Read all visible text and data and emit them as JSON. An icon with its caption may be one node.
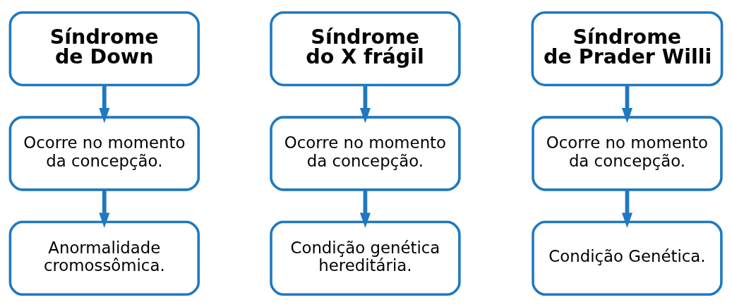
{
  "diagram": {
    "nodes": [
      {
        "text": [
          "Síndrome de Down"
        ]
      },
      {
        "text": [
          "Ocorre no momento da concepção."
        ]
      },
      {
        "text": [
          "Anormalidade cromossômica."
        ]
      },
      {
        "text": [
          "Síndrome do X frágil"
        ]
      },
      {
        "text": [
          "Ocorre no momento da concepção."
        ]
      },
      {
        "text": [
          "Condição genética hereditária."
        ]
      },
      {
        "text": [
          "Síndrome de Prader Willi"
        ]
      },
      {
        "text": [
          "Ocorre no momento da concepção."
        ]
      },
      {
        "text": [
          "Condição Genética."
        ]
      }
    ],
    "edges": [
      {
        "from": 0,
        "to": 1,
        "arrow": "to"
      },
      {
        "from": 1,
        "to": 2,
        "arrow": "to"
      },
      {
        "from": 3,
        "to": 4,
        "arrow": "to"
      },
      {
        "from": 4,
        "to": 5,
        "arrow": "to"
      },
      {
        "from": 6,
        "to": 7,
        "arrow": "to"
      },
      {
        "from": 7,
        "to": 8,
        "arrow": "to"
      }
    ]
  }
}
